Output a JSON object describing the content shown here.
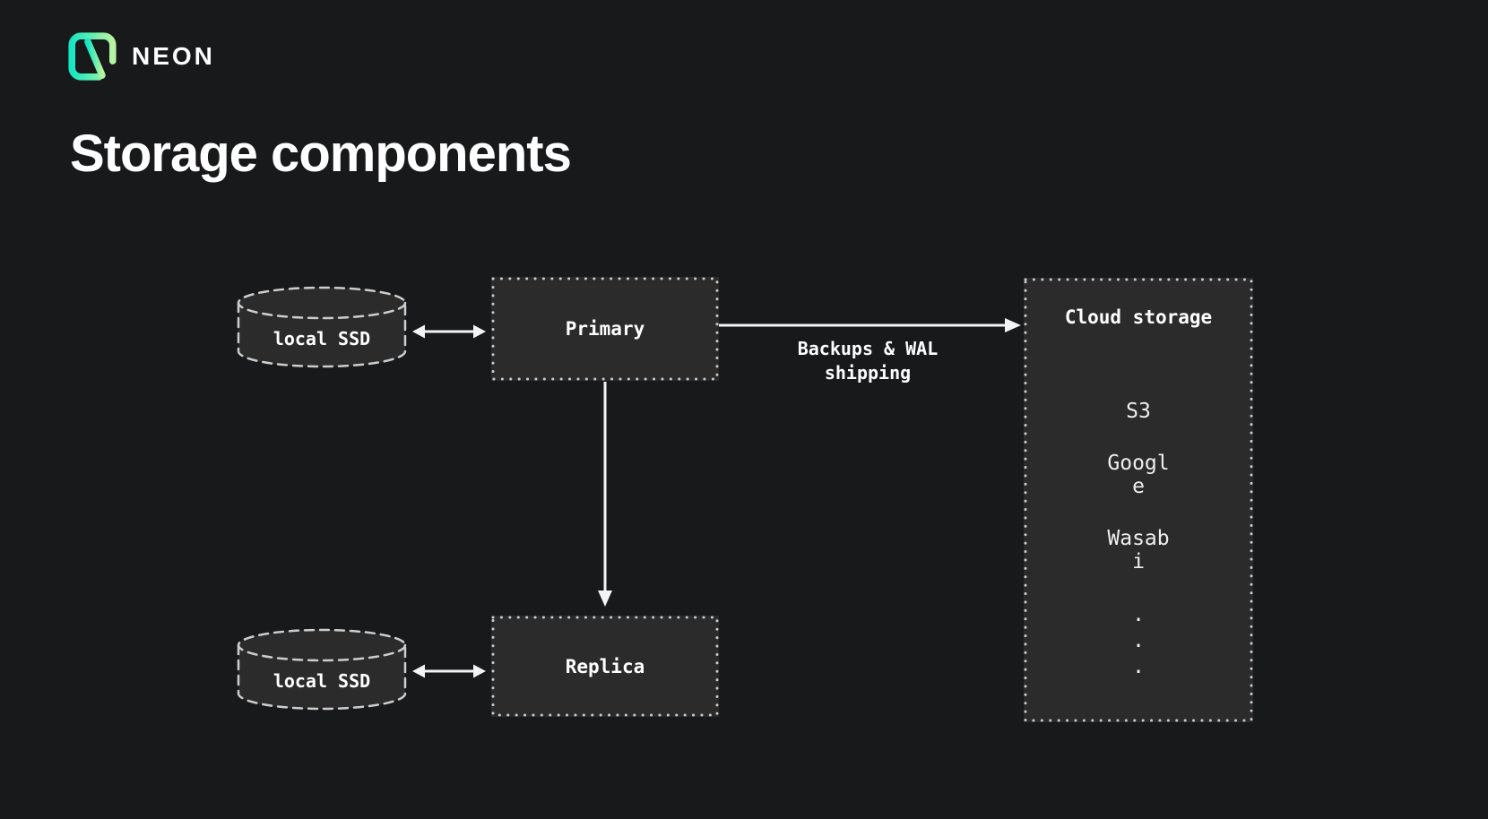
{
  "brand": {
    "name": "NEON"
  },
  "title": "Storage components",
  "diagram": {
    "local_ssd_top": "local SSD",
    "local_ssd_bottom": "local SSD",
    "primary": "Primary",
    "replica": "Replica",
    "backup_label": {
      "line1": "Backups & WAL",
      "line2": "shipping"
    },
    "cloud": {
      "title": "Cloud storage",
      "items": [
        "S3",
        "Google",
        "Wasabi"
      ],
      "ellipsis_dots": [
        ".",
        ".",
        "."
      ]
    }
  },
  "colors": {
    "background": "#18191b",
    "node_fill": "#2b2b2c",
    "dotted_stroke": "#c9c9c9",
    "arrow": "#f4f4f4",
    "text": "#ffffff",
    "logo_teal": "#17e5c4",
    "logo_green": "#b7f4a2"
  }
}
